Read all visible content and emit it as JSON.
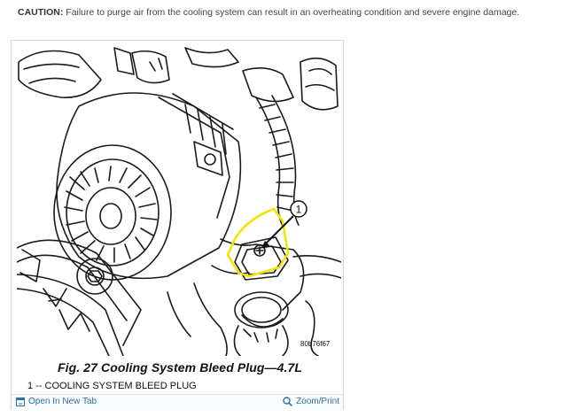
{
  "caution": {
    "label": "CAUTION:",
    "text": "Failure to purge air from the cooling system can result in an overheating condition and severe engine damage."
  },
  "figure": {
    "code": "80b76f67",
    "caption": "Fig. 27 Cooling System Bleed Plug—4.7L",
    "legend": "1  --  COOLING SYSTEM BLEED PLUG",
    "callout_number": "1",
    "highlight_color": "#f2e600"
  },
  "links": {
    "open_new_tab": "Open In New Tab",
    "zoom_print": "Zoom/Print",
    "link_color": "#2a6fb0"
  }
}
